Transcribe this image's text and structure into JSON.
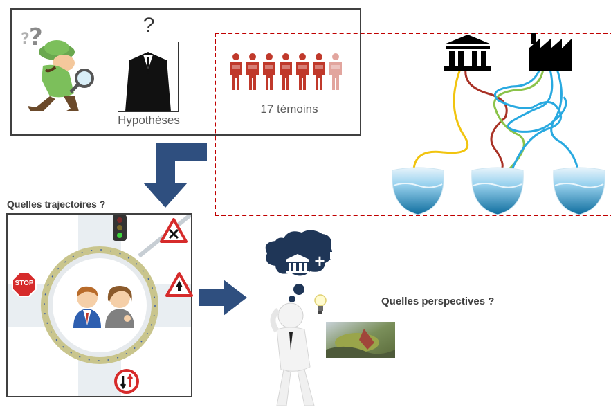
{
  "top_box": {
    "question_mark": "?",
    "hypotheses_label": "Hypothèses",
    "witnesses_label": "17 témoins"
  },
  "trajectories_label": "Quelles trajectoires ?",
  "perspectives_label": "Quelles perspectives ?",
  "thought_plus": "+",
  "stop_sign_text": "STOP",
  "colors": {
    "arrow_blue": "#2f4f7f",
    "dashed_red": "#c00000",
    "people_red": "#c0392b",
    "line_yellow": "#f1c40f",
    "line_darkred": "#a93226",
    "line_green": "#8bc34a",
    "line_blue": "#29a9e0"
  }
}
